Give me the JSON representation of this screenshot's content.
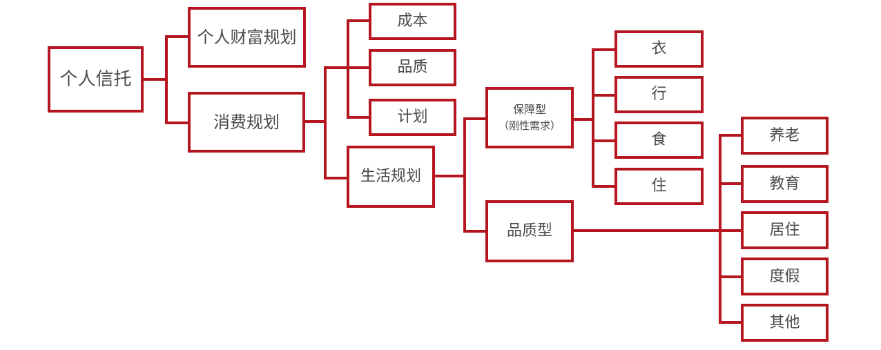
{
  "nodes": {
    "root": "个人信托",
    "wealth": "个人财富规划",
    "consume": "消费规划",
    "cost": "成本",
    "quality": "品质",
    "plan": "计划",
    "life": "生活规划",
    "basic_line1": "保障型",
    "basic_line2": "（刚性需求）",
    "quality_type": "品质型",
    "clothing": "衣",
    "travel": "行",
    "food": "食",
    "housing": "住",
    "pension": "养老",
    "education": "教育",
    "residence": "居住",
    "vacation": "度假",
    "other": "其他"
  },
  "colors": {
    "accent": "#b5151f",
    "text": "#4a4a4a"
  }
}
